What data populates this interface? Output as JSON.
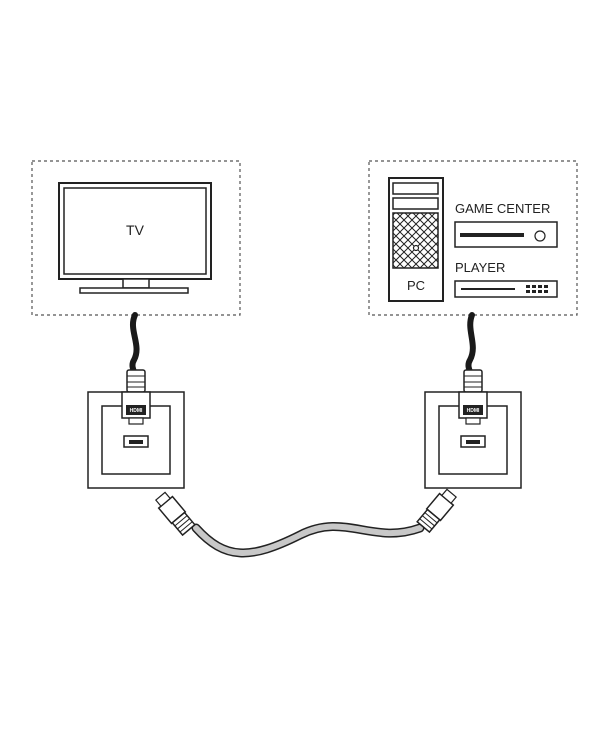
{
  "labels": {
    "tv": "TV",
    "pc": "PC",
    "game_center": "GAME CENTER",
    "player": "PLAYER",
    "hdmi_plug": "HDMI"
  },
  "colors": {
    "line": "#222222",
    "cable_dark": "#1a1a1a",
    "cable_light": "#c8c8c8",
    "dashed_border": "#555555"
  }
}
